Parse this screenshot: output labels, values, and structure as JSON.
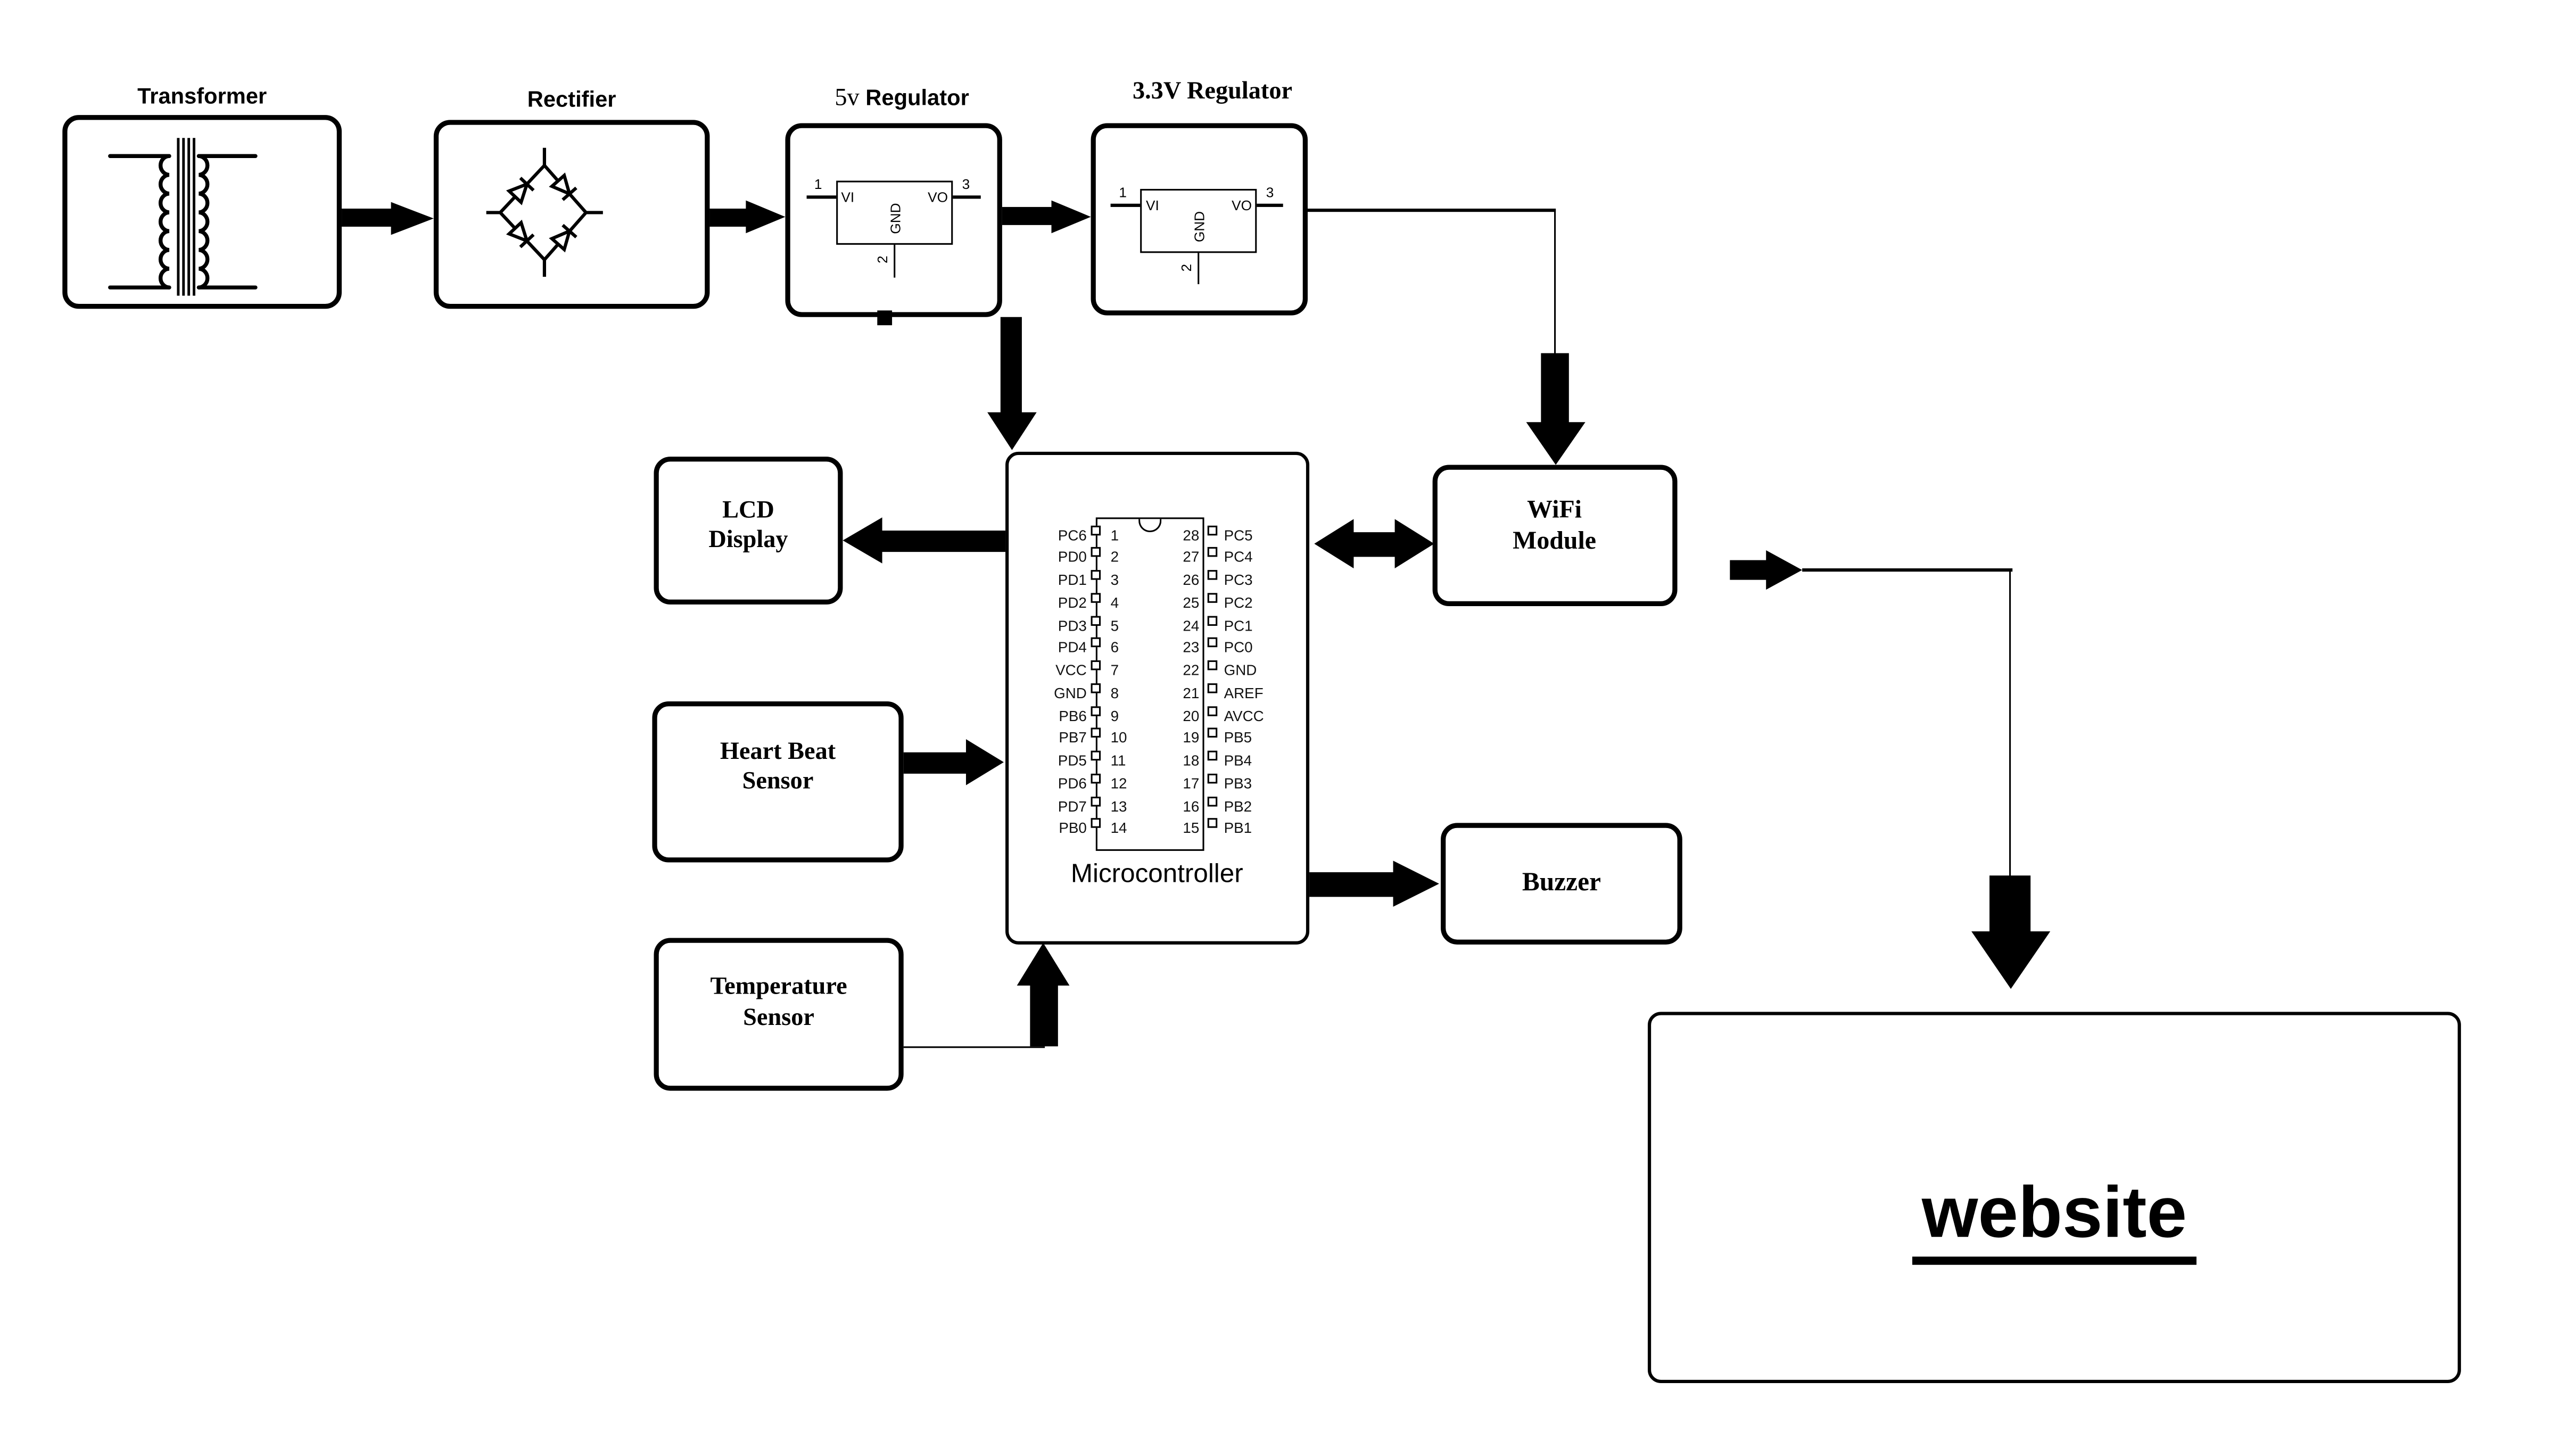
{
  "colors": {
    "ink": "#000000",
    "paper": "#ffffff"
  },
  "power_chain": {
    "transformer": {
      "title": "Transformer"
    },
    "rectifier": {
      "title": "Rectifier"
    },
    "regulator_5v": {
      "title_value": "5v",
      "title_word": "Regulator",
      "vi": "VI",
      "vo": "VO",
      "gnd": "GND",
      "pin1": "1",
      "pin2": "2",
      "pin3": "3"
    },
    "regulator_3v3": {
      "title": "3.3V Regulator",
      "vi": "VI",
      "vo": "VO",
      "gnd": "GND",
      "pin1": "1",
      "pin2": "2",
      "pin3": "3"
    }
  },
  "microcontroller": {
    "label": "Microcontroller",
    "pins": [
      {
        "left_name": "PC6",
        "left_num": "1",
        "right_num": "28",
        "right_name": "PC5"
      },
      {
        "left_name": "PD0",
        "left_num": "2",
        "right_num": "27",
        "right_name": "PC4"
      },
      {
        "left_name": "PD1",
        "left_num": "3",
        "right_num": "26",
        "right_name": "PC3"
      },
      {
        "left_name": "PD2",
        "left_num": "4",
        "right_num": "25",
        "right_name": "PC2"
      },
      {
        "left_name": "PD3",
        "left_num": "5",
        "right_num": "24",
        "right_name": "PC1"
      },
      {
        "left_name": "PD4",
        "left_num": "6",
        "right_num": "23",
        "right_name": "PC0"
      },
      {
        "left_name": "VCC",
        "left_num": "7",
        "right_num": "22",
        "right_name": "GND"
      },
      {
        "left_name": "GND",
        "left_num": "8",
        "right_num": "21",
        "right_name": "AREF"
      },
      {
        "left_name": "PB6",
        "left_num": "9",
        "right_num": "20",
        "right_name": "AVCC"
      },
      {
        "left_name": "PB7",
        "left_num": "10",
        "right_num": "19",
        "right_name": "PB5"
      },
      {
        "left_name": "PD5",
        "left_num": "11",
        "right_num": "18",
        "right_name": "PB4"
      },
      {
        "left_name": "PD6",
        "left_num": "12",
        "right_num": "17",
        "right_name": "PB3"
      },
      {
        "left_name": "PD7",
        "left_num": "13",
        "right_num": "16",
        "right_name": "PB2"
      },
      {
        "left_name": "PB0",
        "left_num": "14",
        "right_num": "15",
        "right_name": "PB1"
      }
    ]
  },
  "peripherals": {
    "lcd": {
      "line1": "LCD",
      "line2": "Display"
    },
    "heartbeat": {
      "line1": "Heart Beat",
      "line2": "Sensor"
    },
    "temperature": {
      "line1": "Temperature",
      "line2": "Sensor"
    },
    "wifi": {
      "line1": "WiFi",
      "line2": "Module"
    },
    "buzzer": {
      "label": "Buzzer"
    },
    "website": {
      "label": "website"
    }
  }
}
